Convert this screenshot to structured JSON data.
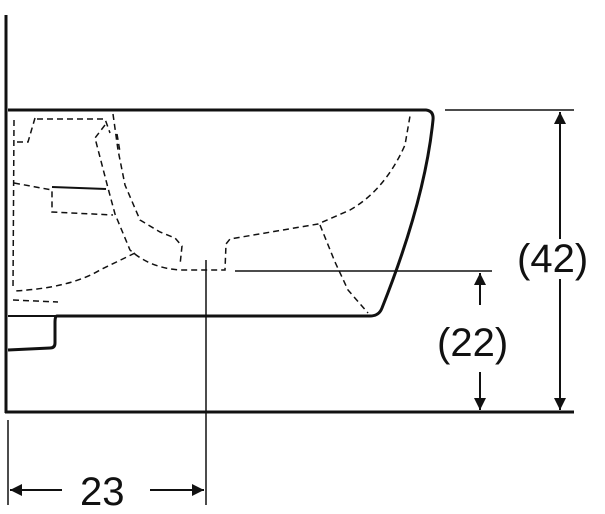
{
  "dimensions": {
    "total_height": "(42)",
    "outlet_height": "(22)",
    "outlet_distance": "23"
  },
  "colors": {
    "line": "#111111",
    "background": "#ffffff"
  }
}
